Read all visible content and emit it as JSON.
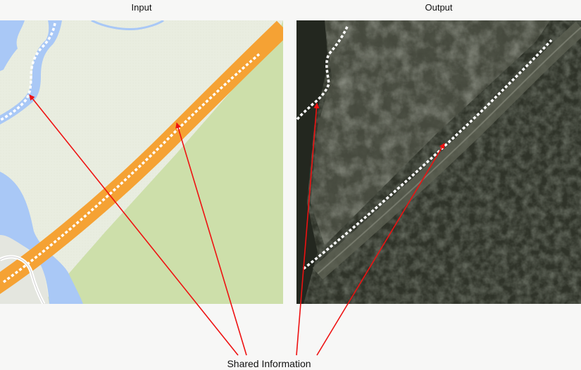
{
  "panels": {
    "input_title": "Input",
    "output_title": "Output"
  },
  "annotation": {
    "label": "Shared Information"
  },
  "colors": {
    "map_background": "#e8ecdf",
    "park_green": "#cddfaa",
    "water_blue": "#a9c8f6",
    "highway_orange": "#f5a234",
    "path_white": "#ffffff",
    "arrow_red": "#ee1111",
    "satellite_dark": "#2f3329"
  }
}
